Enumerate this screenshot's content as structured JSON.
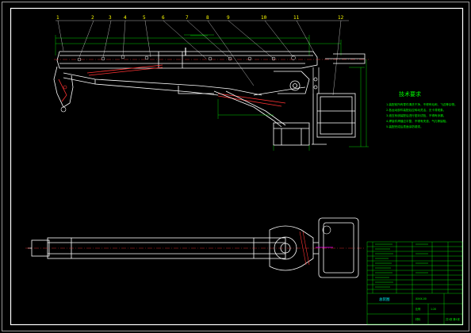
{
  "callouts": [
    "1",
    "2",
    "3",
    "4",
    "5",
    "6",
    "7",
    "8",
    "9",
    "10",
    "11",
    "12"
  ],
  "notes": {
    "title": "技术要求",
    "lines": [
      "1.装配前所有零件清洗干净，不得有毛刺、飞边等杂物。",
      "2.各运动部件装配后应转动灵活，无卡滞现象。",
      "3.液压系统装配后进行密封试验，不得有渗漏。",
      "4.焊接件焊缝应平整，不得有夹渣、气孔等缺陷。",
      "5.装配完成后表面涂防锈漆。"
    ]
  },
  "title_block": {
    "drawing_name": "总装图",
    "drawing_number": "XXXX-00",
    "scale_label": "比例",
    "scale": "1:20",
    "material_label": "材料",
    "sheet_label": "共1张 第1张"
  },
  "colors": {
    "background": "#000000",
    "frame": "#ffffff",
    "geometry": "#ffffff",
    "dimension": "#00ff00",
    "callout": "#ffff00",
    "centerline": "#ff3333",
    "hatch": "#ff00ff",
    "accent": "#00ffff"
  }
}
